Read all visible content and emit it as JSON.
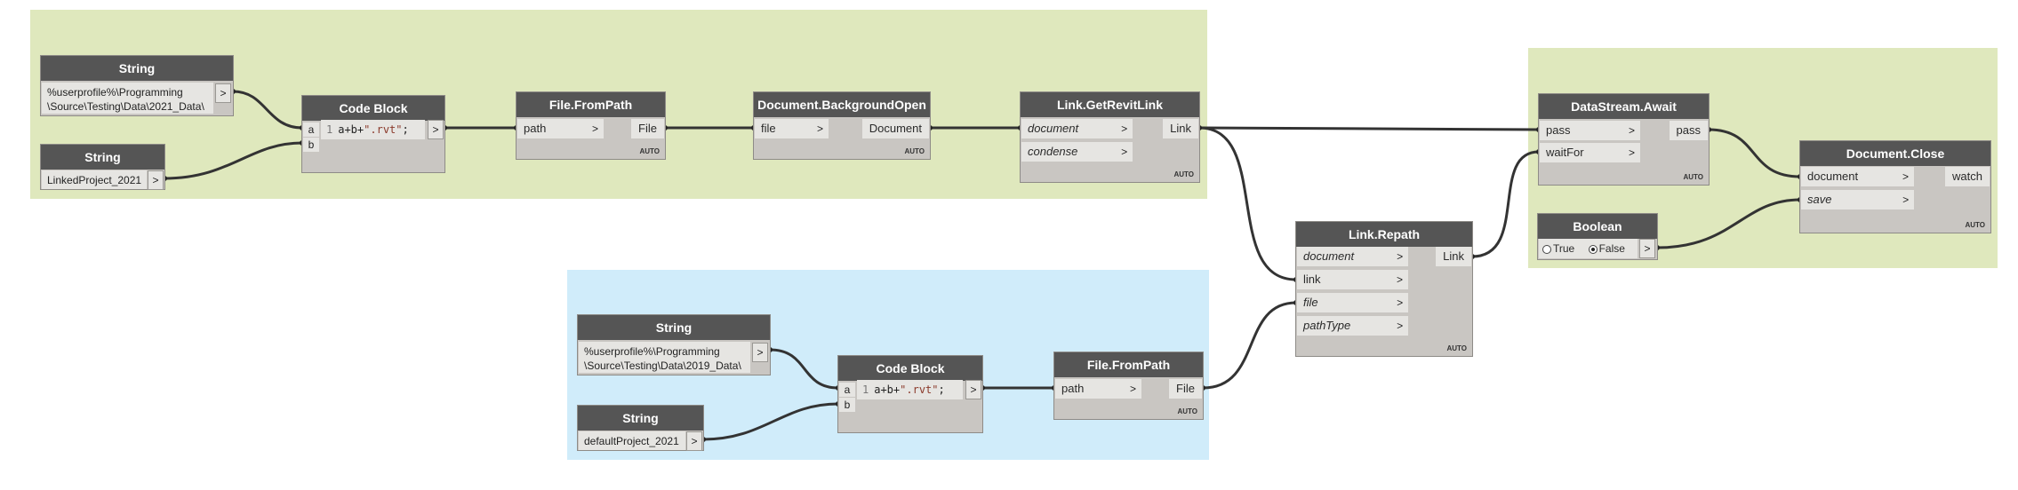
{
  "colors": {
    "group_green": "#dfe8bd",
    "group_blue": "#d0ecfa",
    "node_header": "#555555",
    "node_body": "#c9c6c2",
    "wire": "#333333"
  },
  "auto_label": "AUTO",
  "port_arrow": ">",
  "nodes": {
    "string_path_2021": {
      "title": "String",
      "value": "%userprofile%\\Programming\n\\Source\\Testing\\Data\\2021_Data\\",
      "out": ">"
    },
    "string_name_2021": {
      "title": "String",
      "value": "LinkedProject_2021",
      "out": ">"
    },
    "code_block_1": {
      "title": "Code Block",
      "in_a": "a",
      "in_b": "b",
      "line": "1",
      "code": "a+b+",
      "code_str": "\".rvt\"",
      "code_end": ";",
      "out": ">"
    },
    "file_from_path_1": {
      "title": "File.FromPath",
      "in_path": "path",
      "out": "File"
    },
    "bg_open": {
      "title": "Document.BackgroundOpen",
      "in_file": "file",
      "out": "Document"
    },
    "get_revit_link": {
      "title": "Link.GetRevitLink",
      "in_document": "document",
      "in_condense": "condense",
      "out": "Link"
    },
    "string_path_2019": {
      "title": "String",
      "value": "%userprofile%\\Programming\n\\Source\\Testing\\Data\\2019_Data\\",
      "out": ">"
    },
    "string_name_default": {
      "title": "String",
      "value": "defaultProject_2021",
      "out": ">"
    },
    "code_block_2": {
      "title": "Code Block",
      "in_a": "a",
      "in_b": "b",
      "line": "1",
      "code": "a+b+",
      "code_str": "\".rvt\"",
      "code_end": ";",
      "out": ">"
    },
    "file_from_path_2": {
      "title": "File.FromPath",
      "in_path": "path",
      "out": "File"
    },
    "link_repath": {
      "title": "Link.Repath",
      "in_document": "document",
      "in_link": "link",
      "in_file": "file",
      "in_pathType": "pathType",
      "out": "Link"
    },
    "datastream_await": {
      "title": "DataStream.Await",
      "in_pass": "pass",
      "in_waitFor": "waitFor",
      "out": "pass"
    },
    "boolean": {
      "title": "Boolean",
      "opt_true": "True",
      "opt_false": "False",
      "selected": "False",
      "out": ">"
    },
    "document_close": {
      "title": "Document.Close",
      "in_document": "document",
      "in_save": "save",
      "out": "watch"
    }
  }
}
